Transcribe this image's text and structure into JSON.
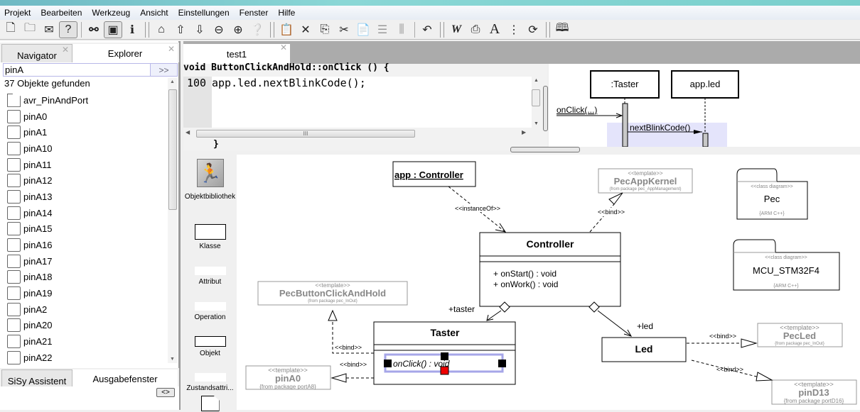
{
  "menu": [
    "Projekt",
    "Bearbeiten",
    "Werkzeug",
    "Ansicht",
    "Einstellungen",
    "Fenster",
    "Hilfe"
  ],
  "toolbar": {
    "groups": [
      [
        {
          "icon": "new-document-icon"
        },
        {
          "icon": "open-folder-icon"
        },
        {
          "icon": "mail-icon"
        },
        {
          "icon": "help-icon",
          "pressed": true
        }
      ],
      [
        {
          "icon": "binoculars-icon"
        },
        {
          "icon": "window-icon",
          "pressed": true
        },
        {
          "icon": "info-icon"
        }
      ],
      [
        {
          "icon": "home-icon"
        },
        {
          "icon": "arrow-up-icon"
        },
        {
          "icon": "arrow-down-icon"
        },
        {
          "icon": "zoom-out-icon"
        },
        {
          "icon": "zoom-in-icon"
        },
        {
          "icon": "context-help-icon"
        }
      ],
      [
        {
          "icon": "properties-icon"
        },
        {
          "icon": "delete-icon"
        },
        {
          "icon": "copy-icon"
        },
        {
          "icon": "cut-icon"
        },
        {
          "icon": "paste-icon",
          "disabled": true
        },
        {
          "icon": "align-icon",
          "disabled": true
        },
        {
          "icon": "distribute-icon",
          "disabled": true
        },
        {
          "icon": "undo-icon"
        }
      ],
      [
        {
          "icon": "word-icon"
        },
        {
          "icon": "print-icon"
        },
        {
          "icon": "font-icon"
        },
        {
          "icon": "list-icon"
        },
        {
          "icon": "refresh-icon"
        }
      ],
      [
        {
          "icon": "book-icon"
        }
      ]
    ]
  },
  "left_panel": {
    "tabs": [
      {
        "label": "Navigator",
        "active": false
      },
      {
        "label": "Explorer",
        "active": true
      }
    ],
    "search": {
      "value": "pinA",
      "go_label": ">>"
    },
    "found_text": "37 Objekte gefunden",
    "items": [
      {
        "label": "avr_PinAndPort",
        "type": "folder"
      },
      {
        "label": "pinA0"
      },
      {
        "label": "pinA1"
      },
      {
        "label": "pinA10"
      },
      {
        "label": "pinA11"
      },
      {
        "label": "pinA12"
      },
      {
        "label": "pinA13"
      },
      {
        "label": "pinA14"
      },
      {
        "label": "pinA15"
      },
      {
        "label": "pinA16"
      },
      {
        "label": "pinA17"
      },
      {
        "label": "pinA18"
      },
      {
        "label": "pinA19"
      },
      {
        "label": "pinA2"
      },
      {
        "label": "pinA20"
      },
      {
        "label": "pinA21"
      },
      {
        "label": "pinA22"
      }
    ],
    "bottom_tabs": [
      {
        "label": "SiSy Assistent",
        "active": false
      },
      {
        "label": "Ausgabefenster",
        "active": true
      }
    ],
    "toggle_label": "<>"
  },
  "editor": {
    "tab_label": "test1",
    "signature": "void ButtonClickAndHold::onClick () {",
    "line_number": "100",
    "code": "app.led.nextBlinkCode();",
    "closing": "}",
    "hscroll_grip": "III"
  },
  "sequence": {
    "lifelines": [
      ":Taster",
      "app.led"
    ],
    "messages": [
      "onClick(...)",
      "nextBlinkCode()"
    ]
  },
  "toolbox": [
    "Objektbibliothek",
    "Klasse",
    "Attribut",
    "Operation",
    "Objekt",
    "Zustandsattri..."
  ],
  "diagram": {
    "object": "app : Controller",
    "controller": {
      "name": "Controller",
      "ops": [
        "+ onStart() : void",
        "+ onWork() : void"
      ]
    },
    "taster": {
      "name": "Taster",
      "op": "# onClick() : void",
      "role": "+taster"
    },
    "led": {
      "name": "Led",
      "role": "+led"
    },
    "instance_of": "<<instanceOf>>",
    "bind": "<<bind>>",
    "templates": [
      {
        "stereo": "<<template>>",
        "name": "PecAppKernel",
        "from": "{from package pec_AppManagement}"
      },
      {
        "stereo": "<<template>>",
        "name": "PecButtonClickAndHold",
        "from": "{from package pec_InOut}"
      },
      {
        "stereo": "<<template>>",
        "name": "pinA0",
        "from": "{from package portA8}"
      },
      {
        "stereo": "<<template>>",
        "name": "PecLed",
        "from": "{from package pec_InOut}"
      },
      {
        "stereo": "<<template>>",
        "name": "pinD13",
        "from": "{from package portD16}"
      }
    ],
    "packages": [
      {
        "stereo": "<<class diagram>>",
        "name": "Pec",
        "lang": "{ARM C++}"
      },
      {
        "stereo": "<<class diagram>>",
        "name": "MCU_STM32F4",
        "lang": "{ARM C++}"
      }
    ]
  }
}
